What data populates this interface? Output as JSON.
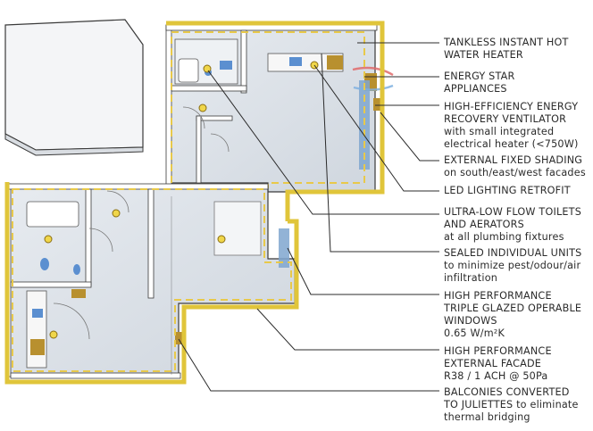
{
  "callouts": [
    {
      "id": "tankless",
      "title_lines": [
        "TANKLESS INSTANT HOT",
        "WATER HEATER"
      ],
      "sub_lines": []
    },
    {
      "id": "energy-star",
      "title_lines": [
        "ENERGY STAR",
        "APPLIANCES"
      ],
      "sub_lines": []
    },
    {
      "id": "erv",
      "title_lines": [
        "HIGH-EFFICIENCY ENERGY",
        "RECOVERY VENTILATOR"
      ],
      "sub_lines": [
        "with small integrated",
        "electrical heater (<750W)"
      ]
    },
    {
      "id": "shading",
      "title_lines": [
        "EXTERNAL FIXED SHADING"
      ],
      "sub_lines": [
        "on south/east/west facades"
      ]
    },
    {
      "id": "led",
      "title_lines": [
        "LED LIGHTING RETROFIT"
      ],
      "sub_lines": []
    },
    {
      "id": "low-flow",
      "title_lines": [
        "ULTRA-LOW FLOW TOILETS",
        "AND AERATORS"
      ],
      "sub_lines": [
        "at all plumbing fixtures"
      ]
    },
    {
      "id": "sealed",
      "title_lines": [
        "SEALED INDIVIDUAL UNITS"
      ],
      "sub_lines": [
        "to minimize pest/odour/air",
        "infiltration"
      ]
    },
    {
      "id": "windows",
      "title_lines": [
        "HIGH PERFORMANCE",
        "TRIPLE GLAZED OPERABLE",
        "WINDOWS"
      ],
      "sub_lines": [
        "0.65 W/m²K"
      ]
    },
    {
      "id": "facade",
      "title_lines": [
        "HIGH PERFORMANCE",
        "EXTERNAL FACADE"
      ],
      "sub_lines": [
        "R38 / 1 ACH @ 50Pa"
      ]
    },
    {
      "id": "balconies",
      "title_lines": [
        "BALCONIES CONVERTED",
        "TO JULIETTES"
      ],
      "sub_lines": [
        "to eliminate",
        "thermal bridging"
      ]
    }
  ],
  "colors": {
    "wall": "#ffffff",
    "wall_edge": "#3a3a3a",
    "floor": "#dfe4ea",
    "facade": "#e0c53a",
    "dash": "#e8c94a",
    "fixture": "#b8902f",
    "light": "#f0d64a",
    "blue": "#5b8fd0",
    "window": "#7fa6cf"
  }
}
